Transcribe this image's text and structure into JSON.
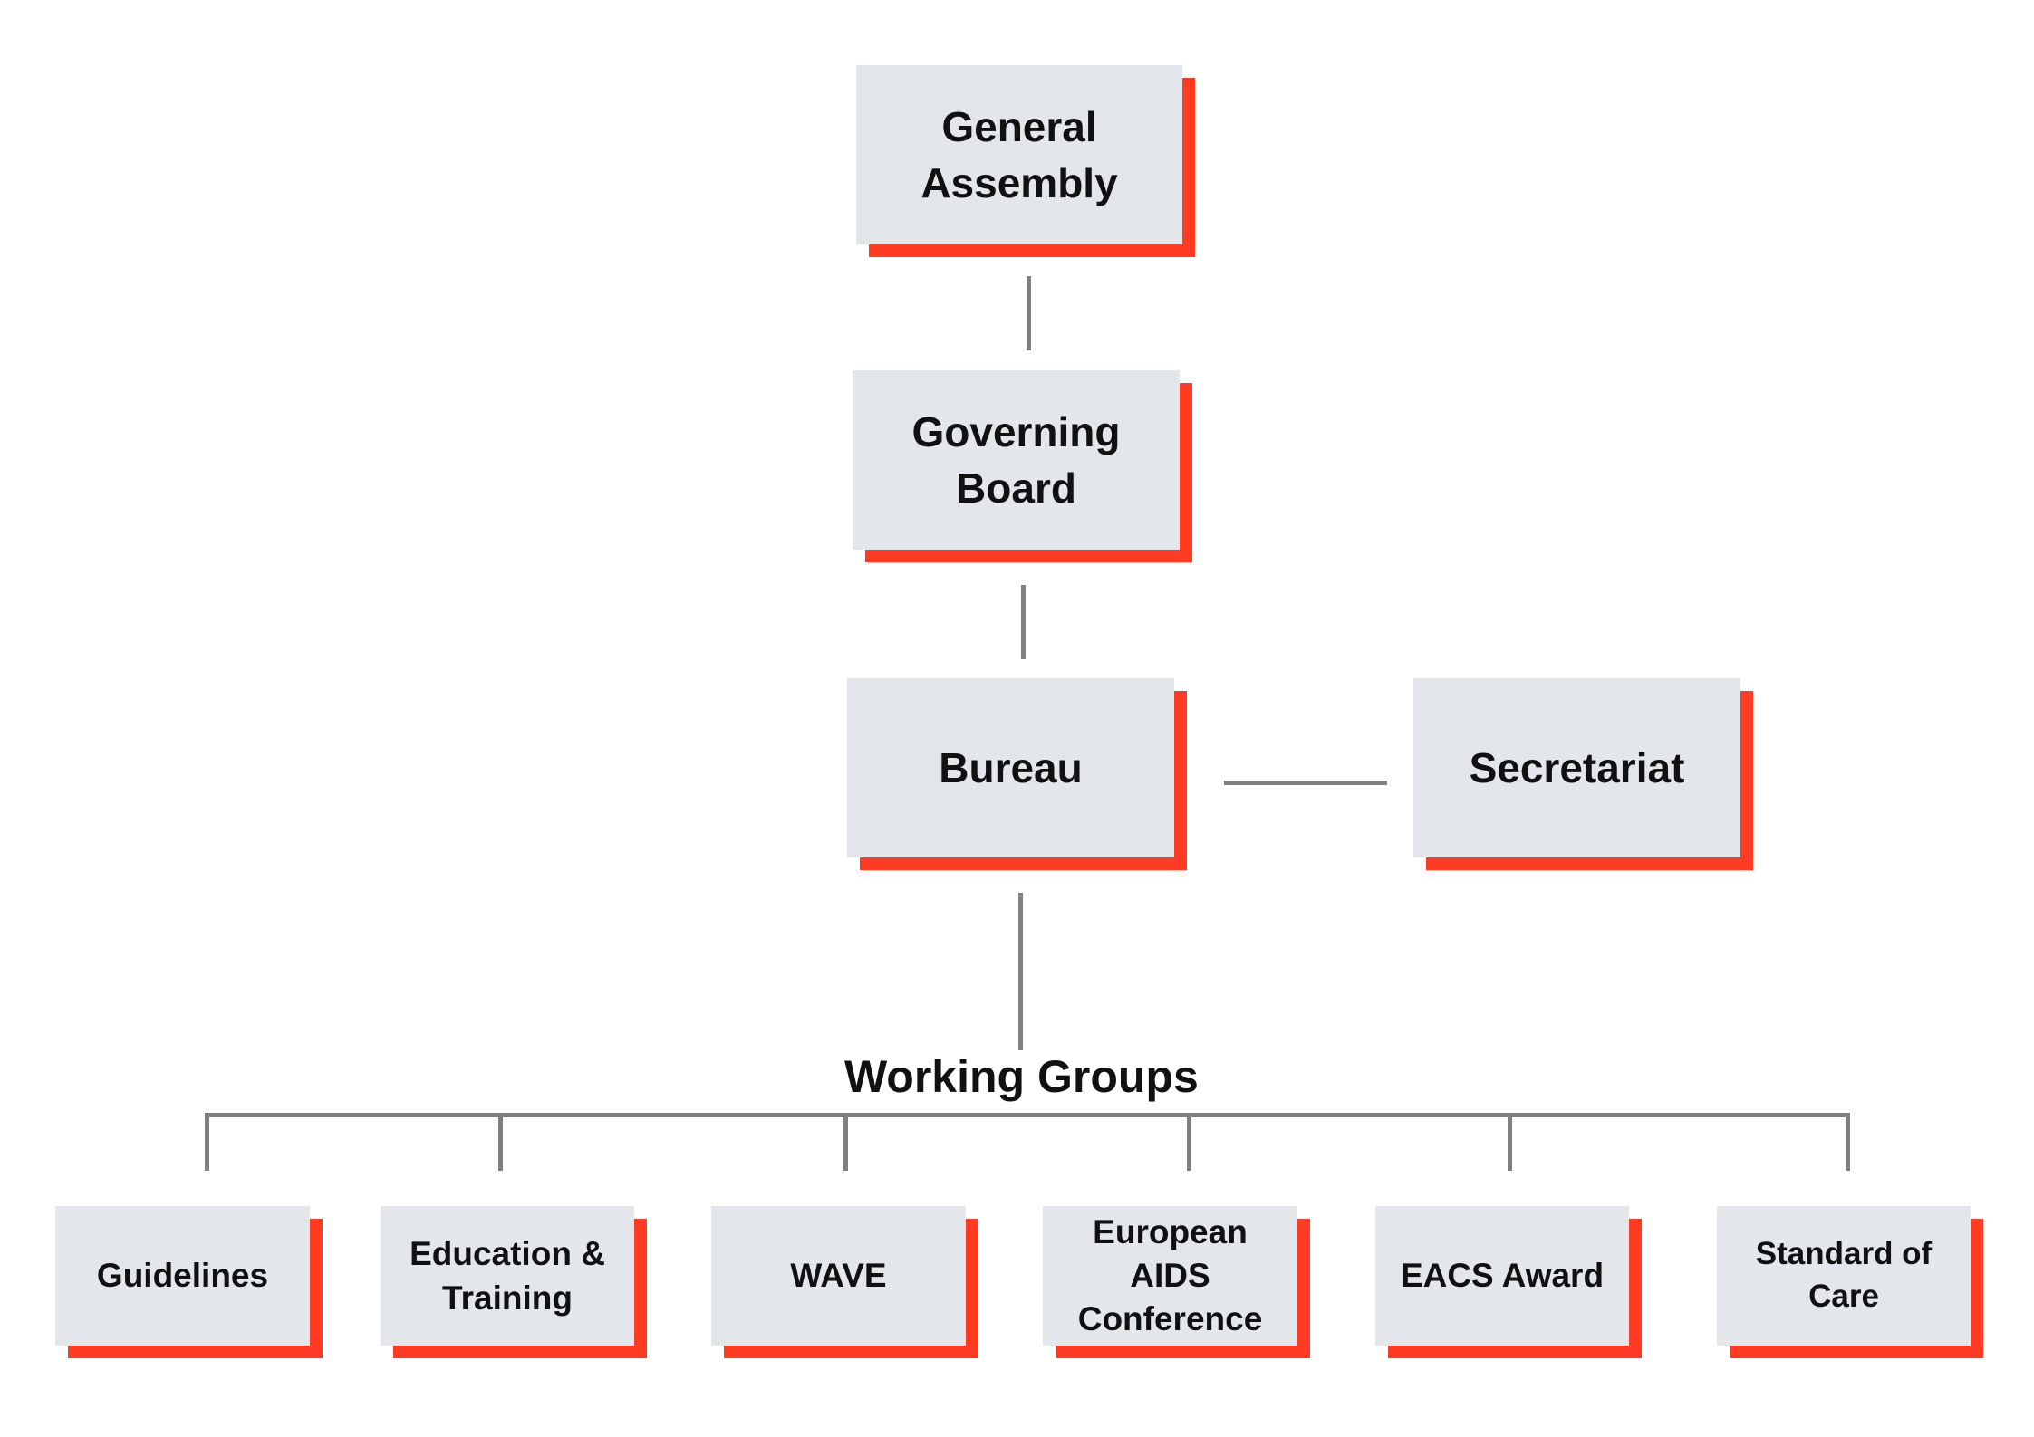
{
  "top": {
    "general_assembly": "General\nAssembly",
    "governing_board": "Governing\nBoard",
    "bureau": "Bureau",
    "secretariat": "Secretariat"
  },
  "working_groups": {
    "title": "Working Groups",
    "items": [
      "Guidelines",
      "Education &\nTraining",
      "WAVE",
      "European\nAIDS\nConference",
      "EACS Award",
      "Standard of\nCare"
    ]
  },
  "colors": {
    "box_fill": "#e3e7ec",
    "shadow": "#ff3b24",
    "connector": "#808080",
    "text": "#111111"
  }
}
